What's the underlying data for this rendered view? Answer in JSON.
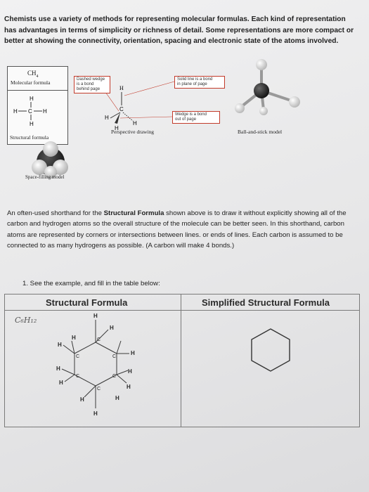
{
  "intro": "Chemists use a variety of methods for representing molecular formulas. Each kind of representation has advantages in terms of simplicity or richness of detail. Some representations are more compact or better at showing the connectivity, orientation, spacing and electronic state of the atoms involved.",
  "figure": {
    "molecular_formula_text": "CH",
    "molecular_formula_sub": "4",
    "molecular_formula_label": "Molecular formula",
    "structural_formula_label": "Structural formula",
    "perspective_label": "Perspective drawing",
    "ball_stick_label": "Ball-and-stick model",
    "space_filling_label": "Space-filling model",
    "callout_dashed_line1": "Dashed wedge",
    "callout_dashed_line2": "is a bond",
    "callout_dashed_line3": "behind page",
    "callout_solid_line1": "Solid line is a bond",
    "callout_solid_line2": "in plane of page",
    "callout_wedge_line1": "Wedge is a bond",
    "callout_wedge_line2": "out of page",
    "atom_h": "H",
    "atom_c": "C"
  },
  "paragraph": {
    "part1": "An often-used shorthand for the ",
    "bold": "Structural Formula",
    "part2": " shown above is to draw it without explicitly showing all of the carbon and hydrogen atoms so the overall structure of the molecule can be better seen. In this shorthand, carbon atoms are represented by corners or intersections between lines. or ends of lines. Each carbon is assumed to be connected to as many hydrogens as possible. (A carbon will make 4 bonds.)"
  },
  "question": "1.  See the example, and fill in the table below:",
  "table": {
    "header_left": "Structural Formula",
    "header_right": "Simplified Structural Formula",
    "handwritten": "C₆H₁₂"
  },
  "colors": {
    "callout_border": "#c23a2a",
    "text": "#222222"
  }
}
